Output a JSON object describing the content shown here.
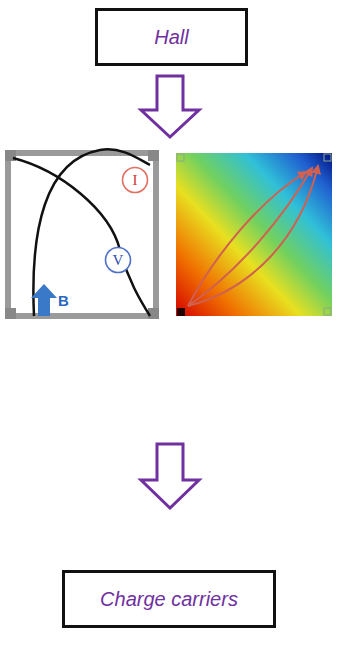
{
  "diagram": {
    "nodes": [
      {
        "text": [
          "Hall"
        ]
      },
      {
        "text": [
          "I"
        ]
      },
      {
        "text": [
          "V"
        ]
      },
      {
        "text": [
          "Charge carriers"
        ]
      }
    ],
    "labels": [
      "B"
    ]
  }
}
